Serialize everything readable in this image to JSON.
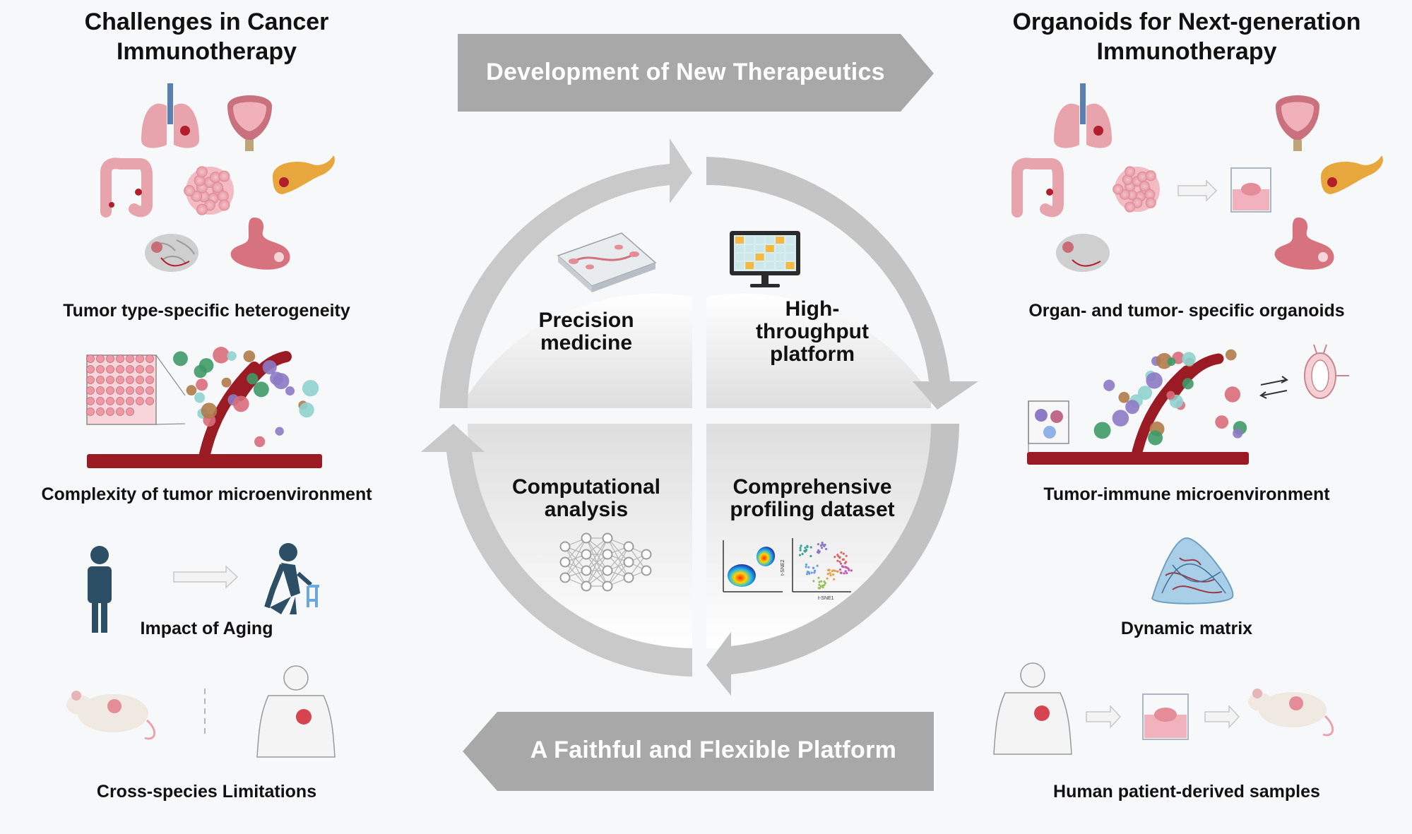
{
  "left": {
    "title_line1": "Challenges in Cancer",
    "title_line2": "Immunotherapy",
    "items": [
      "Tumor type-specific heterogeneity",
      "Complexity of tumor microenvironment",
      "Impact of Aging",
      "Cross-species Limitations"
    ]
  },
  "right": {
    "title_line1": "Organoids for Next-generation",
    "title_line2": "Immunotherapy",
    "items": [
      "Organ- and tumor- specific organoids",
      "Tumor-immune microenvironment",
      "Dynamic matrix",
      "Human patient-derived samples"
    ]
  },
  "banners": {
    "top": "Development of New Therapeutics",
    "bottom": "A Faithful and Flexible Platform"
  },
  "cycle": {
    "precision_line1": "Precision",
    "precision_line2": "medicine",
    "htp_line1": "High-",
    "htp_line2": "throughput",
    "htp_line3": "platform",
    "comp_line1": "Computational",
    "comp_line2": "analysis",
    "profile_line1": "Comprehensive",
    "profile_line2": "profiling dataset"
  },
  "plot_axes": {
    "tsne1": "t-SNE1",
    "tsne2": "t-SNE2"
  },
  "colors": {
    "banner": "#a9a9a9",
    "arrow": "#c8c8c8",
    "tumor": "#e8a3ae",
    "vessel": "#9b1b25",
    "person": "#2c4f66"
  }
}
